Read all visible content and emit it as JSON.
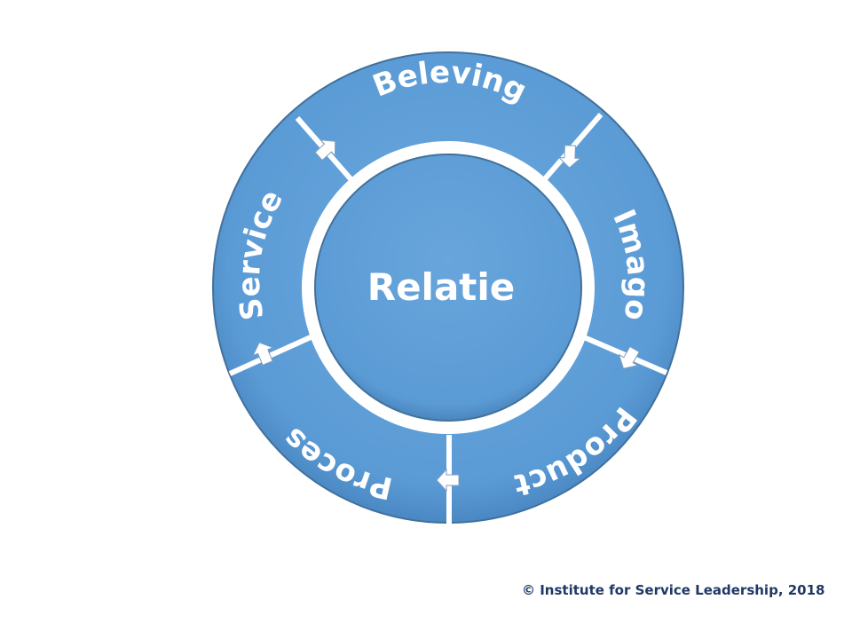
{
  "diagram": {
    "center_label": "Relatie",
    "segments": [
      {
        "label": "Beleving"
      },
      {
        "label": "Imago"
      },
      {
        "label": "Product"
      },
      {
        "label": "Proces"
      },
      {
        "label": "Service"
      }
    ],
    "colors": {
      "fill": "#5b9bd5",
      "stroke": "#41719c",
      "separator": "#ffffff",
      "text": "#ffffff"
    }
  },
  "footer": {
    "copyright": "© Institute for Service Leadership, 2018",
    "color": "#1f3864"
  }
}
